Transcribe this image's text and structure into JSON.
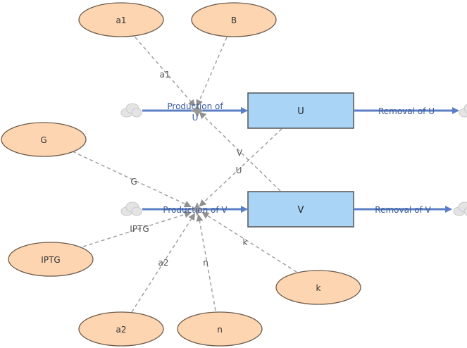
{
  "colors": {
    "parameter_fill": "#fdd5b1",
    "parameter_stroke": "#6b5b4b",
    "stock_fill": "#a9d4f5",
    "stock_stroke": "#555555",
    "flow": "#5b7fc4",
    "link": "#a0a0a0",
    "cloud": "#d8d8d8"
  },
  "parameters": {
    "a1": "a1",
    "B": "B",
    "G": "G",
    "IPTG": "IPTG",
    "a2": "a2",
    "n": "n",
    "k": "k"
  },
  "stocks": {
    "U": "U",
    "V": "V"
  },
  "flows": {
    "production_u_line1": "Production of",
    "production_u_line2": "U",
    "removal_u": "Removal of U",
    "production_v": "Production of V",
    "removal_v": "Removal of V"
  },
  "link_labels": {
    "a1": "a1",
    "V": "V",
    "U": "U",
    "G": "G",
    "IPTG": "IPTG",
    "a2": "a2",
    "n": "n",
    "k": "k"
  }
}
